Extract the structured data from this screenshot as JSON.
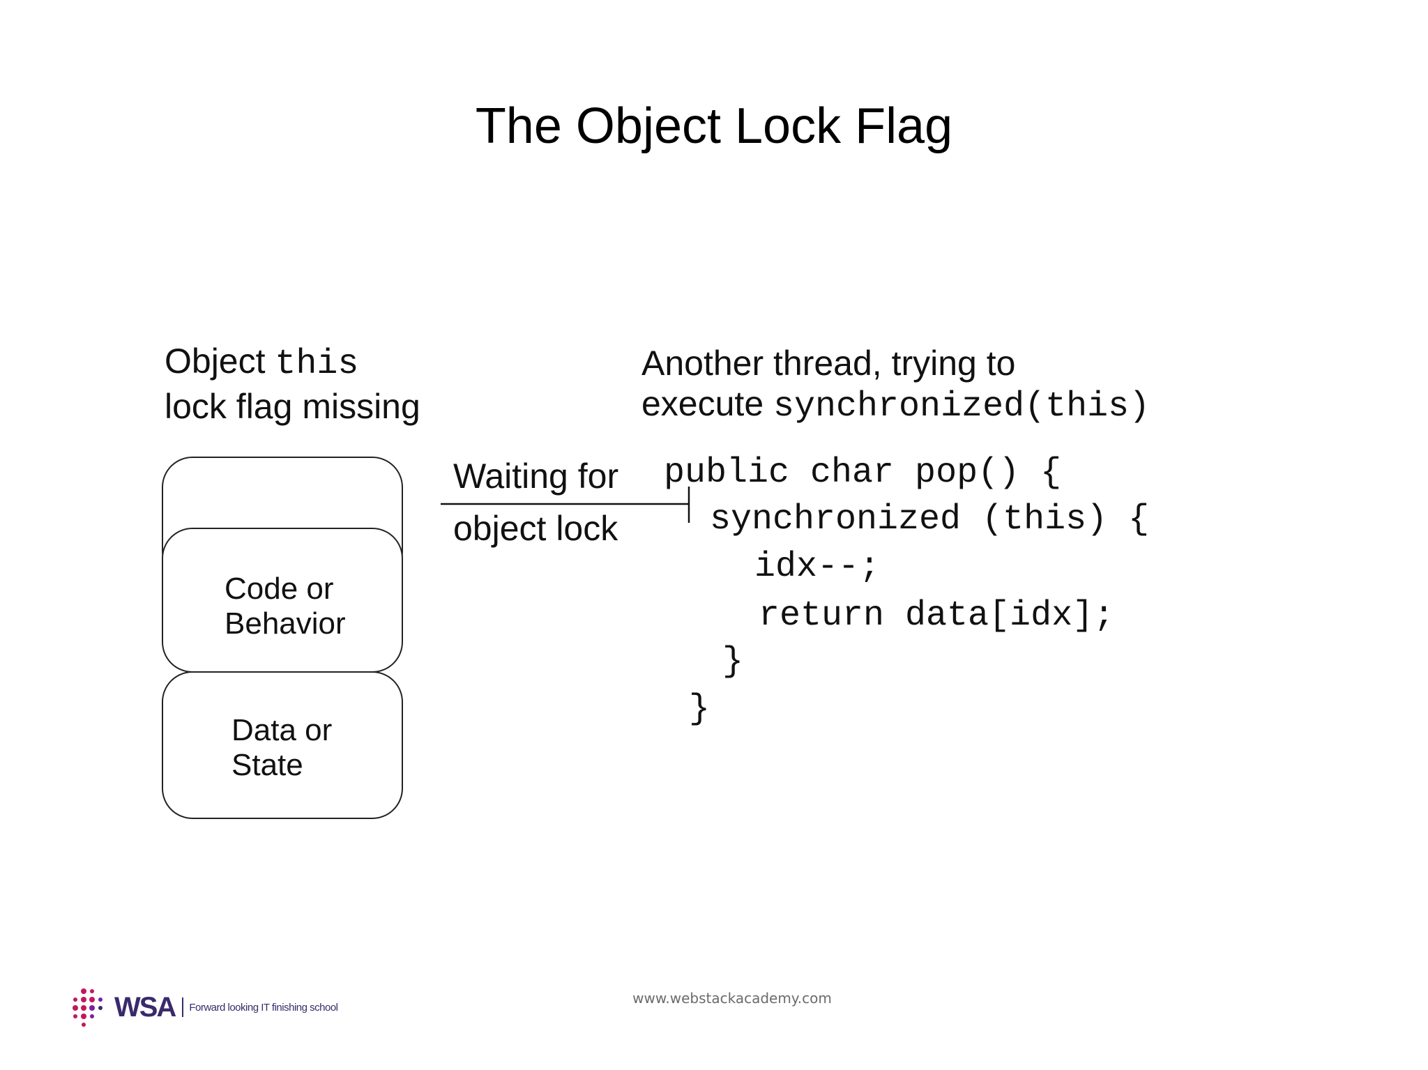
{
  "slide": {
    "title": "The Object Lock Flag"
  },
  "diagram": {
    "object_heading_line1_prefix": "Object ",
    "object_heading_line1_code": "this",
    "object_heading_line2": "lock flag missing",
    "thread_heading_line1": "Another thread, trying to",
    "thread_heading_line2_prefix": "execute ",
    "thread_heading_line2_code": "synchronized(this)",
    "waiting_line1": "Waiting for",
    "waiting_line2": "object lock",
    "stack_middle_line1": "Code or",
    "stack_middle_line2": "Behavior",
    "stack_bottom_line1": "Data or",
    "stack_bottom_line2": "State",
    "code": [
      "public char pop() {",
      "synchronized (this) {",
      "idx--;",
      "return data[idx];",
      "}",
      "}"
    ]
  },
  "footer": {
    "url": "www.webstackacademy.com",
    "logo_name": "WSA",
    "logo_tagline": "Forward looking IT finishing school",
    "brand_colors": [
      "#c2185b",
      "#3a2a6b"
    ]
  }
}
